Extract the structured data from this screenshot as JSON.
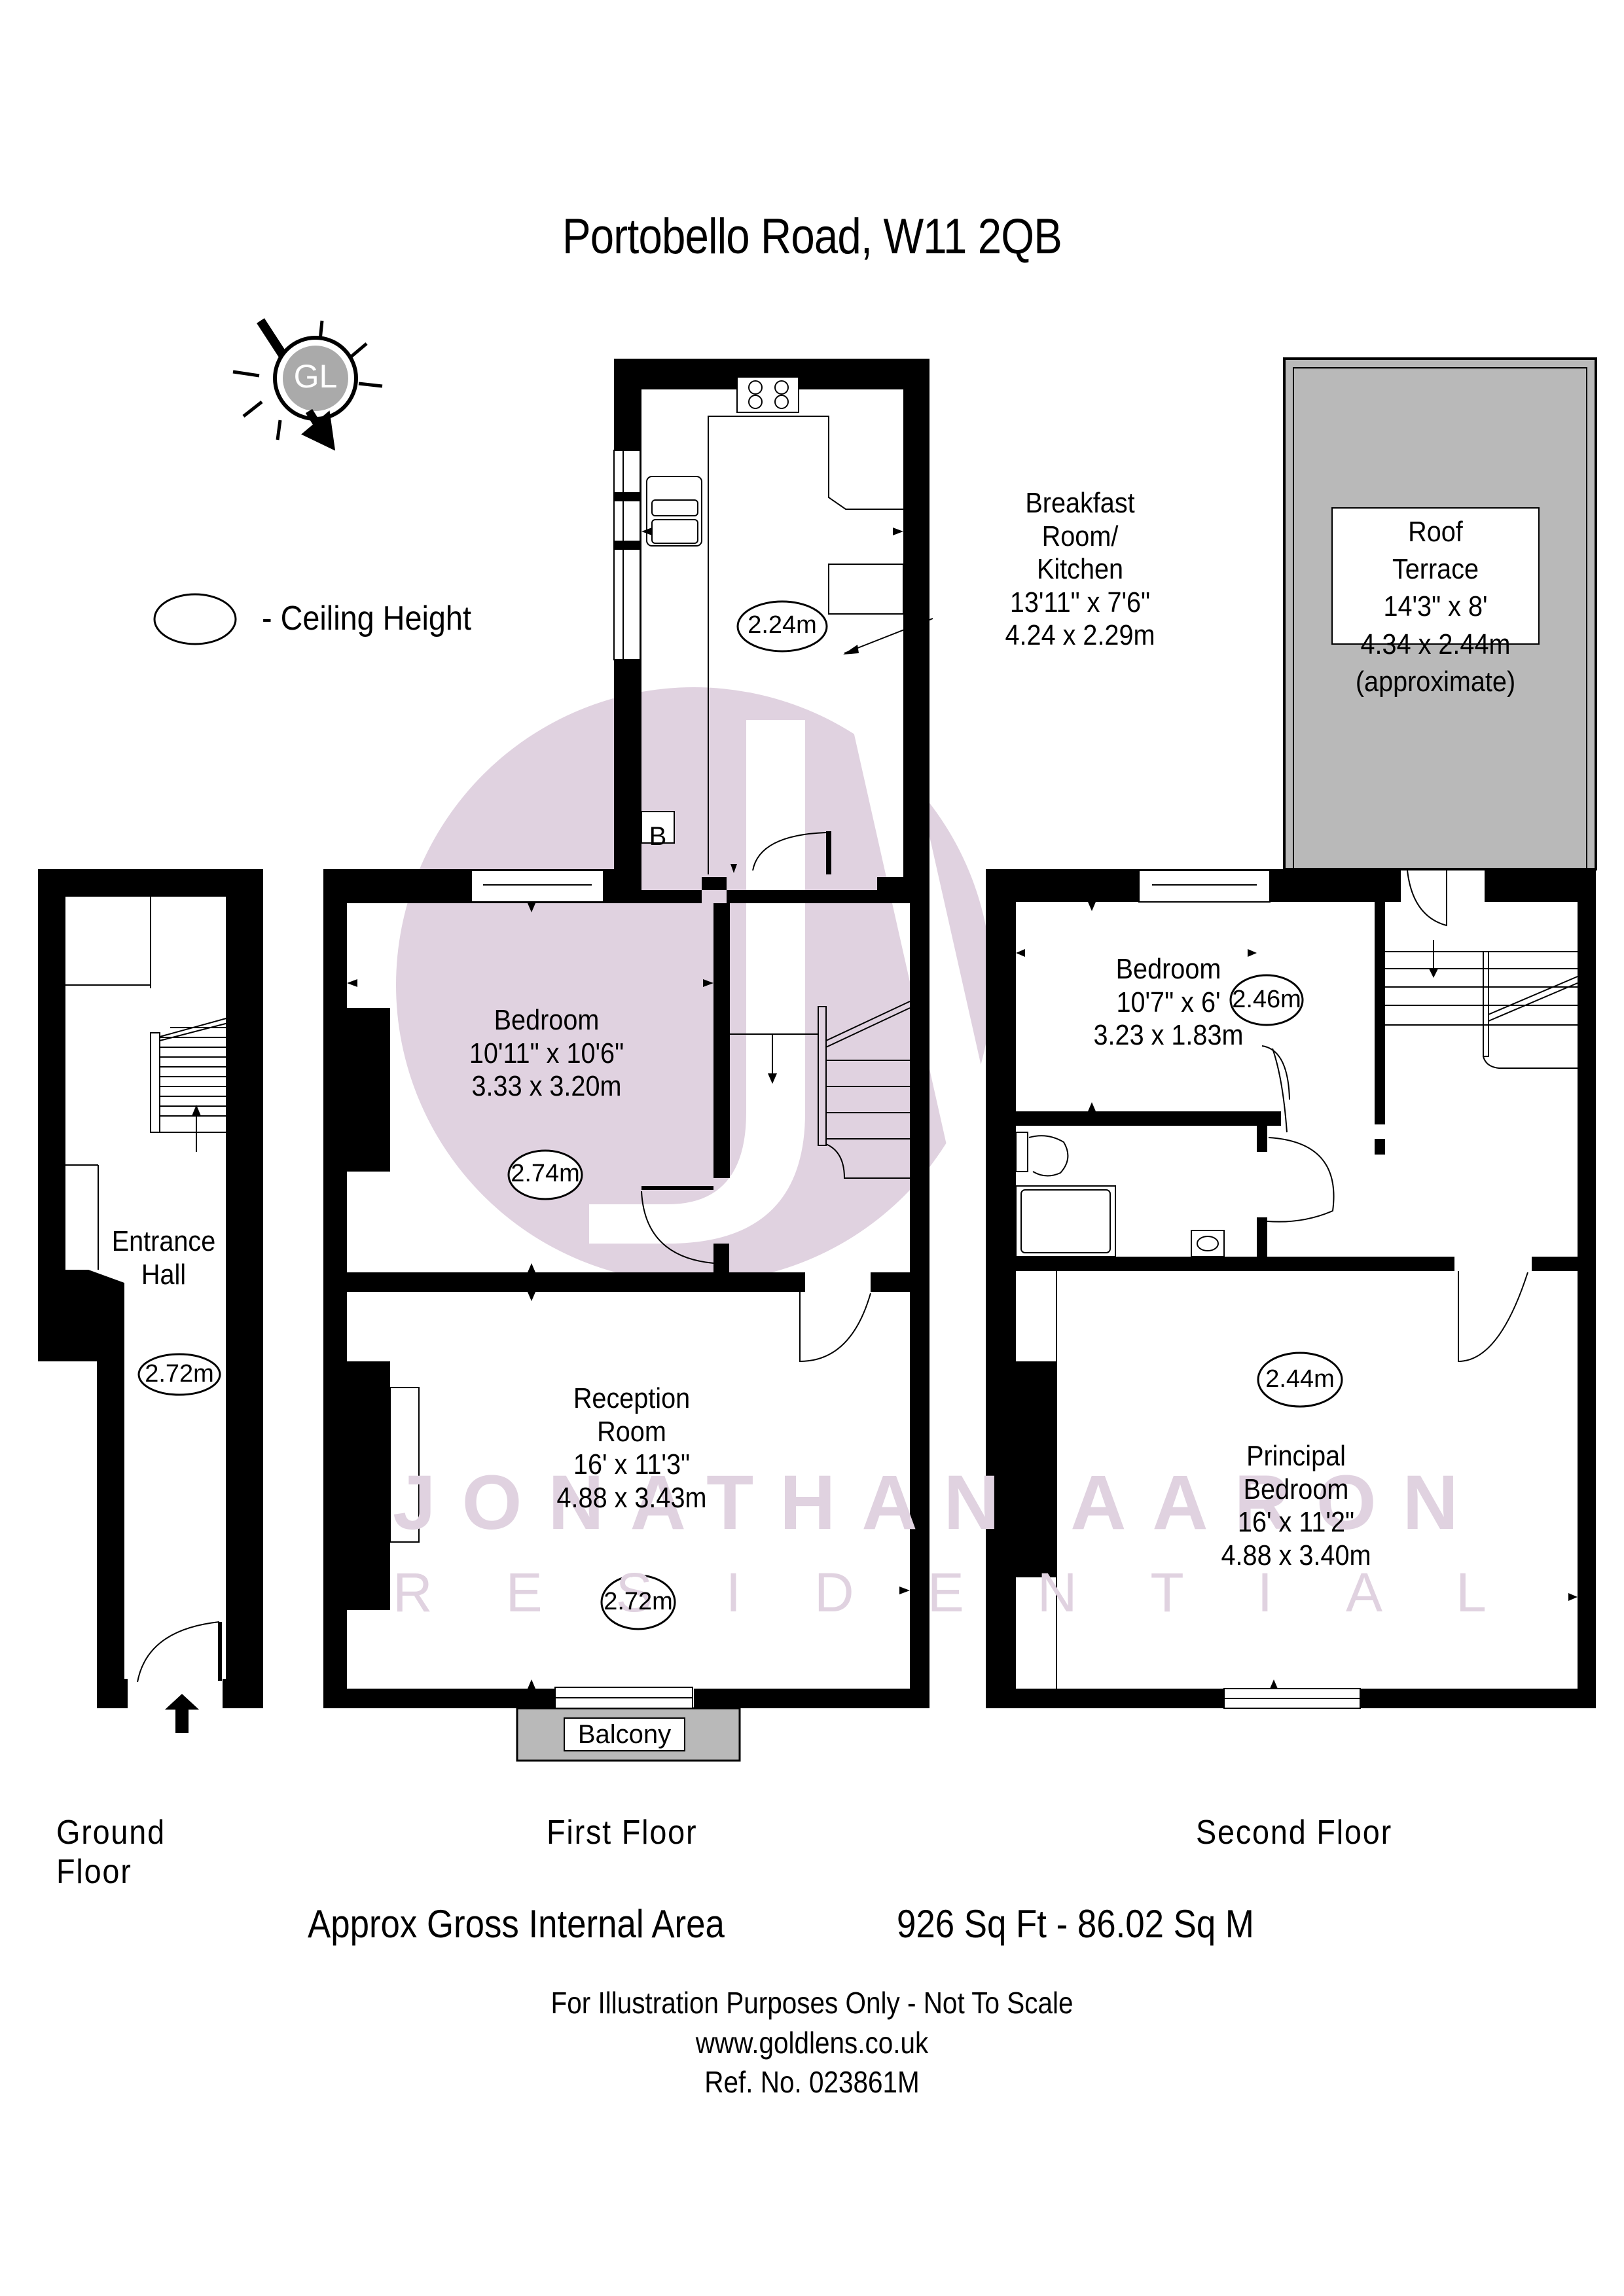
{
  "header": {
    "title": "Portobello Road, W11 2QB"
  },
  "compass": {
    "logo_text": "GL",
    "icon": "sun-compass-north-arrow"
  },
  "legend": {
    "symbol": "ellipse",
    "label": "- Ceiling Height"
  },
  "watermark": {
    "line1": "JONATHAN AARON",
    "line2": "RESIDENTIAL",
    "color": "#e0d2e0"
  },
  "floors": [
    {
      "name": "Ground Floor",
      "rooms": [
        {
          "name_line1": "Entrance",
          "name_line2": "Hall",
          "ceiling_height": "2.72m"
        }
      ]
    },
    {
      "name": "First Floor",
      "rooms": [
        {
          "name_line1": "Breakfast",
          "name_line2": "Room/",
          "name_line3": "Kitchen",
          "imperial": "13'11\" x 7'6\"",
          "metric": "4.24 x 2.29m",
          "ceiling_height": "2.24m",
          "boiler_label": "B"
        },
        {
          "name_line1": "Bedroom",
          "imperial": "10'11\" x 10'6\"",
          "metric": "3.33 x 3.20m",
          "ceiling_height": "2.74m"
        },
        {
          "name_line1": "Reception",
          "name_line2": "Room",
          "imperial": "16' x 11'3\"",
          "metric": "4.88 x 3.43m",
          "ceiling_height": "2.72m"
        },
        {
          "name_line1": "Balcony"
        }
      ]
    },
    {
      "name": "Second Floor",
      "rooms": [
        {
          "name_line1": "Roof",
          "name_line2": "Terrace",
          "imperial": "14'3\" x 8'",
          "metric": "4.34 x 2.44m",
          "note": "(approximate)"
        },
        {
          "name_line1": "Bedroom",
          "imperial": "10'7\" x 6'",
          "metric": "3.23 x 1.83m",
          "ceiling_height": "2.46m"
        },
        {
          "name_line1": "Principal",
          "name_line2": "Bedroom",
          "imperial": "16' x 11'2\"",
          "metric": "4.88 x 3.40m",
          "ceiling_height": "2.44m"
        }
      ]
    }
  ],
  "summary": {
    "area_label": "Approx Gross Internal Area",
    "area_value": "926 Sq Ft  -  86.02 Sq M"
  },
  "footer": {
    "disclaimer": "For Illustration Purposes Only - Not To Scale",
    "website": "www.goldlens.co.uk",
    "reference": "Ref. No. 023861M"
  },
  "colors": {
    "wall": "#000000",
    "terrace": "#b9b9b9",
    "watermark": "#e0d2e0",
    "logo_circle": "#aaaaaa"
  }
}
